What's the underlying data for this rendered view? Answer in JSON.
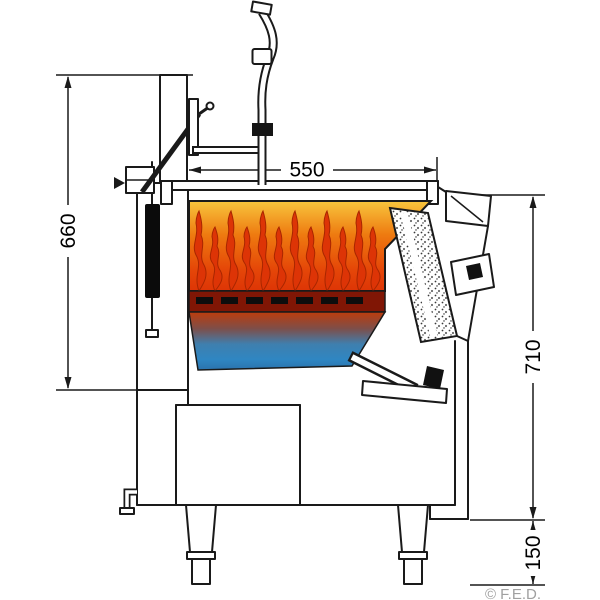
{
  "diagram": {
    "dimensions": {
      "top_width_mm": "550",
      "left_height_mm": "660",
      "right_height_mm": "710",
      "leg_height_mm": "150"
    },
    "watermark": "© F.E.D.",
    "colors": {
      "flame_yellow": "#F8C73E",
      "flame_orange": "#EE7A10",
      "flame_red": "#DD3406",
      "burner_maroon": "#801605",
      "oil_blue": "#2F86C2",
      "outline": "#1A1A1A",
      "watermark_gray": "#A0A0A0"
    }
  }
}
